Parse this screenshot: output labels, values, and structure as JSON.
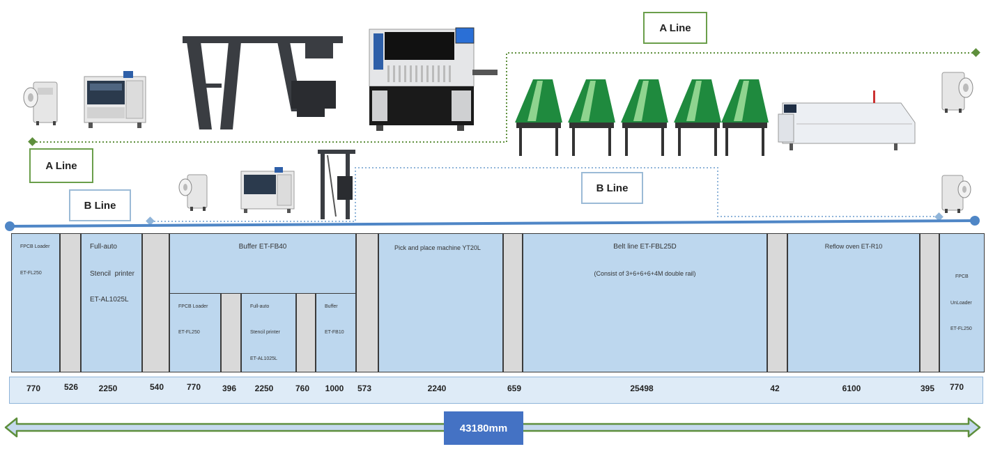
{
  "labels": {
    "a_line_top": "A Line",
    "a_line_left": "A Line",
    "b_line_left": "B Line",
    "b_line_mid": "B Line"
  },
  "blocks": {
    "fpcb_loader": {
      "line1": "FPCB Loader",
      "line2": "ET-FL250"
    },
    "stencil_printer": {
      "line1": "Full-auto",
      "line2": "Stencil  printer",
      "line3": "ET-AL1025L"
    },
    "buffer": {
      "title": "Buffer ET-FB40"
    },
    "sub_loader": {
      "line1": "FPCB Loader",
      "line2": "ET-FL250"
    },
    "sub_printer": {
      "line1": "Full-auto",
      "line2": "Stencil printer",
      "line3": "ET-AL1025L"
    },
    "sub_buffer": {
      "line1": "Buffer",
      "line2": "ET-FB10"
    },
    "pick_place": {
      "title": "Pick and place machine YT20L"
    },
    "belt_line": {
      "title": "Belt line ET-FBL25D",
      "note": "(Consist of 3+6+6+6+4M double rail)"
    },
    "reflow": {
      "title": "Reflow oven ET-R10"
    },
    "unloader": {
      "line1": "FPCB",
      "line2": "UnLoader",
      "line3": "ET-FL250"
    }
  },
  "dimensions": [
    "770",
    "526",
    "2250",
    "540",
    "770",
    "396",
    "2250",
    "760",
    "1000",
    "573",
    "2240",
    "659",
    "25498",
    "42",
    "6100",
    "395",
    "770"
  ],
  "total": "43180mm",
  "colors": {
    "a_line": "#5e8f3c",
    "b_line": "#8fb4d9",
    "main_line": "#4f86c6",
    "block_fill": "#bdd7ee",
    "gap_fill": "#d9d9d9",
    "total_box": "#4472c4",
    "arrow_fill": "#c5d9ee",
    "arrow_stroke": "#5e8f3c"
  },
  "icons": [
    "loader-machine-icon",
    "stencil-printer-icon",
    "buffer-frame-icon",
    "pick-place-machine-icon",
    "belt-conveyor-icon",
    "reflow-oven-icon"
  ]
}
